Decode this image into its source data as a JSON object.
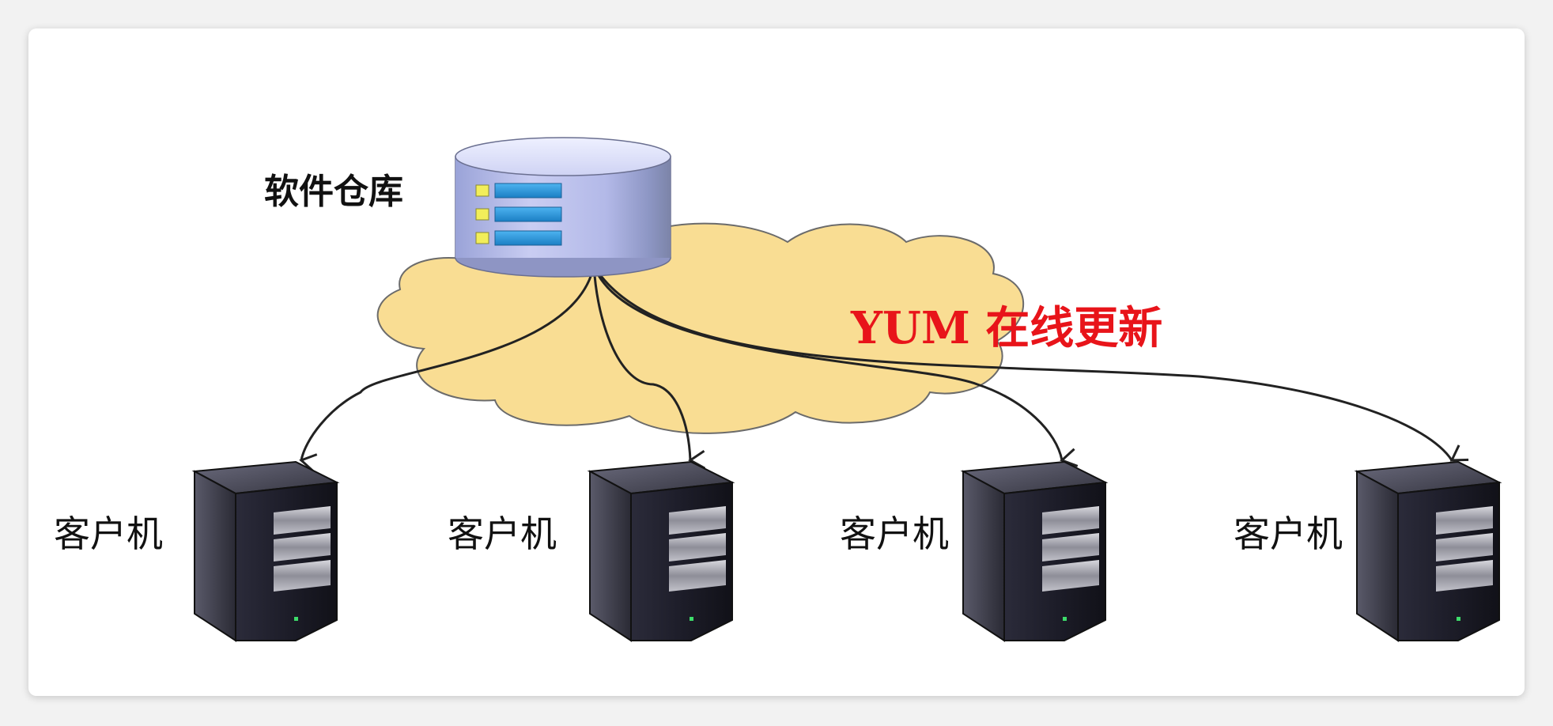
{
  "diagram": {
    "repository": {
      "label": "软件仓库",
      "icon": "database-icon"
    },
    "network": {
      "label": "YUM 在线更新",
      "icon": "cloud-icon",
      "fill_color": "#f9dd93",
      "label_color": "#e8141a"
    },
    "clients": [
      {
        "label": "客户机",
        "icon": "server-tower-icon"
      },
      {
        "label": "客户机",
        "icon": "server-tower-icon"
      },
      {
        "label": "客户机",
        "icon": "server-tower-icon"
      },
      {
        "label": "客户机",
        "icon": "server-tower-icon"
      }
    ],
    "edges": [
      {
        "from": "repository",
        "to": "client-1"
      },
      {
        "from": "repository",
        "to": "client-2"
      },
      {
        "from": "repository",
        "to": "client-3"
      },
      {
        "from": "repository",
        "to": "client-4"
      }
    ]
  }
}
